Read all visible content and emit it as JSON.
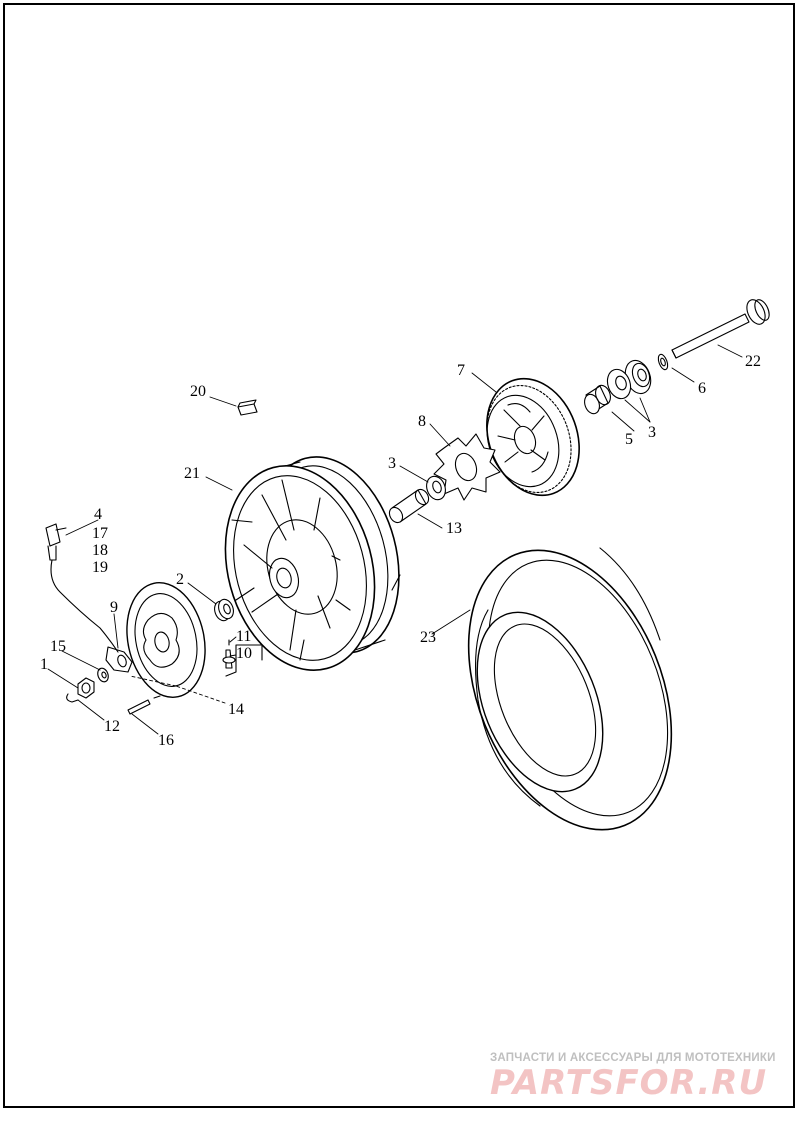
{
  "diagram": {
    "callouts": [
      {
        "id": "c1",
        "text": "1"
      },
      {
        "id": "c2",
        "text": "2"
      },
      {
        "id": "c3a",
        "text": "3"
      },
      {
        "id": "c3b",
        "text": "3"
      },
      {
        "id": "c4",
        "text": "4"
      },
      {
        "id": "c5",
        "text": "5"
      },
      {
        "id": "c6",
        "text": "6"
      },
      {
        "id": "c7",
        "text": "7"
      },
      {
        "id": "c8",
        "text": "8"
      },
      {
        "id": "c9",
        "text": "9"
      },
      {
        "id": "c10",
        "text": "10"
      },
      {
        "id": "c11",
        "text": "11"
      },
      {
        "id": "c12",
        "text": "12"
      },
      {
        "id": "c13",
        "text": "13"
      },
      {
        "id": "c14",
        "text": "14"
      },
      {
        "id": "c15",
        "text": "15"
      },
      {
        "id": "c16",
        "text": "16"
      },
      {
        "id": "c17",
        "text": "17"
      },
      {
        "id": "c18",
        "text": "18"
      },
      {
        "id": "c19",
        "text": "19"
      },
      {
        "id": "c20",
        "text": "20"
      },
      {
        "id": "c21",
        "text": "21"
      },
      {
        "id": "c22",
        "text": "22"
      },
      {
        "id": "c23",
        "text": "23"
      }
    ]
  },
  "watermark": {
    "tagline": "ЗАПЧАСТИ И АКСЕССУАРЫ ДЛЯ МОТОТЕХНИКИ",
    "logo": "PARTSFOR.RU"
  }
}
